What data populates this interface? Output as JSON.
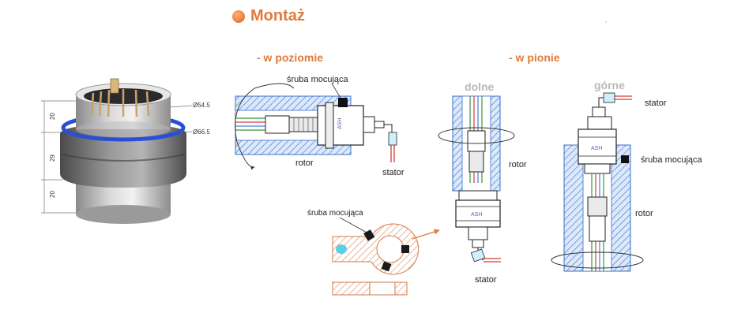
{
  "title": "Montaż",
  "sections": {
    "horizontal": "- w poziomie",
    "vertical": "- w pionie",
    "bottom": "dolne",
    "top": "górne"
  },
  "dimensions": {
    "outer_small": "Ø54.5",
    "outer_large": "Ø66.5",
    "h1": "20",
    "h2": "29",
    "h3": "20"
  },
  "labels": {
    "screw_horizontal": "śruba mocująca",
    "rotor_horizontal": "rotor",
    "stator_horizontal": "stator",
    "screw_detail": "śruba mocująca",
    "rotor_bottom": "rotor",
    "stator_bottom": "stator",
    "stator_top": "stator",
    "screw_top": "śruba mocująca",
    "rotor_top": "rotor"
  },
  "colors": {
    "accent": "#e07b39",
    "housing_hatch": "#3a6fc9",
    "detail_hatch": "#e08a5a",
    "clamp_bolt": "#1a1a1a",
    "cyan_mark": "#5ad0e8"
  }
}
